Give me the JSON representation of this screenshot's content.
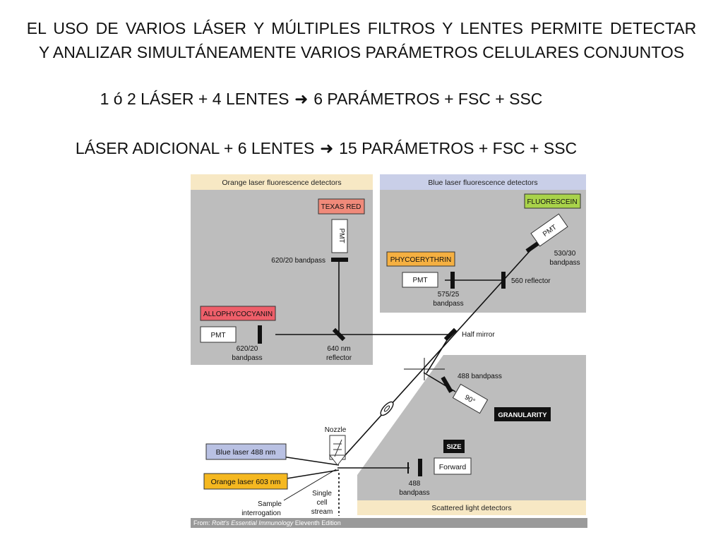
{
  "heading": {
    "line1": "EL USO DE VARIOS LÁSER Y MÚLTIPLES FILTROS Y LENTES PERMITE DETECTAR",
    "line2": "Y ANALIZAR SIMULTÁNEAMENTE VARIOS PARÁMETROS CELULARES CONJUNTOS",
    "line3_left": "1 ó 2 LÁSER + 4  LENTES",
    "line3_right": "6 PARÁMETROS + FSC + SSC",
    "line4_left": "LÁSER ADICIONAL + 6 LENTES",
    "line4_right": "15 PARÁMETROS + FSC + SSC"
  },
  "diagram": {
    "orange_panel_title": "Orange laser fluorescence detectors",
    "blue_panel_title": "Blue laser fluorescence detectors",
    "scatter_panel_title": "Scattered light detectors",
    "texas_red": "TEXAS RED",
    "pmt": "PMT",
    "bandpass_620_20": "620/20 bandpass",
    "allophycocyanin": "ALLOPHYCOCYANIN",
    "label_620_20": "620/20",
    "label_bandpass": "bandpass",
    "label_640nm": "640 nm",
    "label_reflector": "reflector",
    "fluorescein": "FLUORESCEIN",
    "label_530_30": "530/30",
    "phycoerythrin": "PHYCOERYTHRIN",
    "reflector_560": "560 reflector",
    "label_575_25": "575/25",
    "half_mirror": "Half mirror",
    "bandpass_488": "488 bandpass",
    "ninety": "90°",
    "granularity": "GRANULARITY",
    "nozzle": "Nozzle",
    "size": "SIZE",
    "blue_laser": "Blue laser 488 nm",
    "orange_laser": "Orange laser 603 nm",
    "forward": "Forward",
    "label_488": "488",
    "sample": "Sample",
    "interrogation": "interrogation",
    "single": "Single",
    "cell": "cell",
    "stream": "stream",
    "credit_prefix": "From: ",
    "credit_book": "Roitt's Essential Immunology",
    "credit_suffix": " Eleventh Edition"
  },
  "colors": {
    "texas_red_fill": "#f08a7a",
    "allophycocyanin_fill": "#ee5f6a",
    "fluorescein_fill": "#a9d34a",
    "phycoerythrin_fill": "#f5b041",
    "blue_laser_fill": "#b9c1e3",
    "orange_laser_fill": "#f5b820",
    "panel_gray": "#bdbdbd",
    "orange_header": "#f7e8c4",
    "blue_header": "#c9cfe8"
  }
}
